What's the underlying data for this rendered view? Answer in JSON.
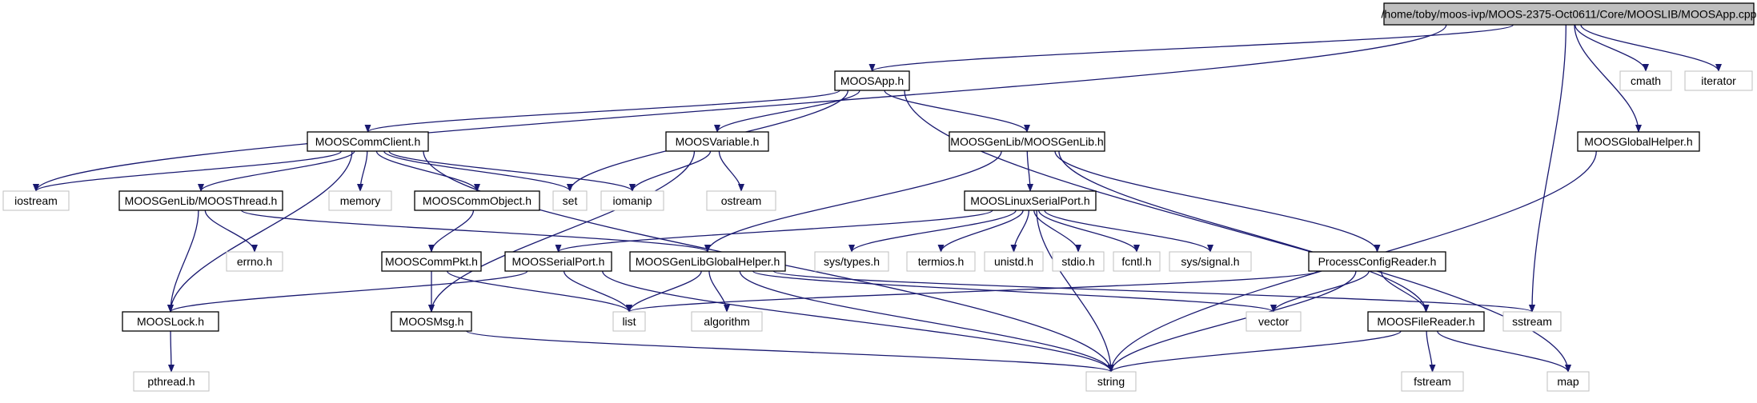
{
  "nodes": [
    {
      "id": "root",
      "label": "/home/toby/moos-ivp/MOOS-2375-Oct0611/Core/MOOSLIB/MOOSApp.cpp",
      "style": "root"
    },
    {
      "id": "moosapp_h",
      "label": "MOOSApp.h",
      "style": "normal"
    },
    {
      "id": "cmath",
      "label": "cmath",
      "style": "system"
    },
    {
      "id": "iterator",
      "label": "iterator",
      "style": "system"
    },
    {
      "id": "moosglobalhelper_h",
      "label": "MOOSGlobalHelper.h",
      "style": "normal"
    },
    {
      "id": "mooscommclient_h",
      "label": "MOOSCommClient.h",
      "style": "normal"
    },
    {
      "id": "moosvariable_h",
      "label": "MOOSVariable.h",
      "style": "normal"
    },
    {
      "id": "moosgenlib_h",
      "label": "MOOSGenLib/MOOSGenLib.h",
      "style": "normal"
    },
    {
      "id": "iostream",
      "label": "iostream",
      "style": "system"
    },
    {
      "id": "moosthread_h",
      "label": "MOOSGenLib/MOOSThread.h",
      "style": "normal"
    },
    {
      "id": "memory",
      "label": "memory",
      "style": "system"
    },
    {
      "id": "mooscommobject_h",
      "label": "MOOSCommObject.h",
      "style": "normal"
    },
    {
      "id": "set",
      "label": "set",
      "style": "system"
    },
    {
      "id": "iomanip",
      "label": "iomanip",
      "style": "system"
    },
    {
      "id": "ostream",
      "label": "ostream",
      "style": "system"
    },
    {
      "id": "mooslinuxserialport_h",
      "label": "MOOSLinuxSerialPort.h",
      "style": "normal"
    },
    {
      "id": "errno_h",
      "label": "errno.h",
      "style": "system"
    },
    {
      "id": "mooscommpkt_h",
      "label": "MOOSCommPkt.h",
      "style": "normal"
    },
    {
      "id": "moosserialport_h",
      "label": "MOOSSerialPort.h",
      "style": "normal"
    },
    {
      "id": "moosgenlibglobalhelper_h",
      "label": "MOOSGenLibGlobalHelper.h",
      "style": "normal"
    },
    {
      "id": "sys_types_h",
      "label": "sys/types.h",
      "style": "system"
    },
    {
      "id": "termios_h",
      "label": "termios.h",
      "style": "system"
    },
    {
      "id": "unistd_h",
      "label": "unistd.h",
      "style": "system"
    },
    {
      "id": "stdio_h",
      "label": "stdio.h",
      "style": "system"
    },
    {
      "id": "fcntl_h",
      "label": "fcntl.h",
      "style": "system"
    },
    {
      "id": "sys_signal_h",
      "label": "sys/signal.h",
      "style": "system"
    },
    {
      "id": "processconfigreader_h",
      "label": "ProcessConfigReader.h",
      "style": "normal"
    },
    {
      "id": "mooslock_h",
      "label": "MOOSLock.h",
      "style": "normal"
    },
    {
      "id": "moosmsg_h",
      "label": "MOOSMsg.h",
      "style": "normal"
    },
    {
      "id": "list",
      "label": "list",
      "style": "system"
    },
    {
      "id": "algorithm",
      "label": "algorithm",
      "style": "system"
    },
    {
      "id": "vector",
      "label": "vector",
      "style": "system"
    },
    {
      "id": "moosfilereader_h",
      "label": "MOOSFileReader.h",
      "style": "normal"
    },
    {
      "id": "sstream",
      "label": "sstream",
      "style": "system"
    },
    {
      "id": "pthread_h",
      "label": "pthread.h",
      "style": "system"
    },
    {
      "id": "string",
      "label": "string",
      "style": "system"
    },
    {
      "id": "fstream",
      "label": "fstream",
      "style": "system"
    },
    {
      "id": "map",
      "label": "map",
      "style": "system"
    }
  ],
  "edges": [
    {
      "from": "root",
      "to": "moosapp_h"
    },
    {
      "from": "root",
      "to": "cmath"
    },
    {
      "from": "root",
      "to": "iterator"
    },
    {
      "from": "root",
      "to": "moosglobalhelper_h"
    },
    {
      "from": "root",
      "to": "iostream"
    },
    {
      "from": "root",
      "to": "sstream"
    },
    {
      "from": "moosapp_h",
      "to": "mooscommclient_h"
    },
    {
      "from": "moosapp_h",
      "to": "moosvariable_h"
    },
    {
      "from": "moosapp_h",
      "to": "moosgenlib_h"
    },
    {
      "from": "moosapp_h",
      "to": "set"
    },
    {
      "from": "moosapp_h",
      "to": "map"
    },
    {
      "from": "mooscommclient_h",
      "to": "iostream"
    },
    {
      "from": "mooscommclient_h",
      "to": "moosthread_h"
    },
    {
      "from": "mooscommclient_h",
      "to": "memory"
    },
    {
      "from": "mooscommclient_h",
      "to": "mooscommobject_h"
    },
    {
      "from": "mooscommclient_h",
      "to": "set"
    },
    {
      "from": "mooscommclient_h",
      "to": "iomanip"
    },
    {
      "from": "mooscommclient_h",
      "to": "mooslock_h"
    },
    {
      "from": "mooscommclient_h",
      "to": "string"
    },
    {
      "from": "moosvariable_h",
      "to": "iomanip"
    },
    {
      "from": "moosvariable_h",
      "to": "ostream"
    },
    {
      "from": "moosvariable_h",
      "to": "moosmsg_h"
    },
    {
      "from": "moosgenlib_h",
      "to": "mooslinuxserialport_h"
    },
    {
      "from": "moosgenlib_h",
      "to": "moosgenlibglobalhelper_h"
    },
    {
      "from": "moosgenlib_h",
      "to": "processconfigreader_h"
    },
    {
      "from": "moosgenlib_h",
      "to": "moosfilereader_h"
    },
    {
      "from": "moosthread_h",
      "to": "errno_h"
    },
    {
      "from": "moosthread_h",
      "to": "mooslock_h"
    },
    {
      "from": "moosthread_h",
      "to": "moosgenlibglobalhelper_h"
    },
    {
      "from": "mooscommobject_h",
      "to": "mooscommpkt_h"
    },
    {
      "from": "mooscommpkt_h",
      "to": "moosmsg_h"
    },
    {
      "from": "mooscommpkt_h",
      "to": "list"
    },
    {
      "from": "mooslinuxserialport_h",
      "to": "moosserialport_h"
    },
    {
      "from": "mooslinuxserialport_h",
      "to": "sys_types_h"
    },
    {
      "from": "mooslinuxserialport_h",
      "to": "termios_h"
    },
    {
      "from": "mooslinuxserialport_h",
      "to": "unistd_h"
    },
    {
      "from": "mooslinuxserialport_h",
      "to": "stdio_h"
    },
    {
      "from": "mooslinuxserialport_h",
      "to": "fcntl_h"
    },
    {
      "from": "mooslinuxserialport_h",
      "to": "sys_signal_h"
    },
    {
      "from": "mooslinuxserialport_h",
      "to": "string"
    },
    {
      "from": "moosserialport_h",
      "to": "mooslock_h"
    },
    {
      "from": "moosserialport_h",
      "to": "list"
    },
    {
      "from": "moosserialport_h",
      "to": "string"
    },
    {
      "from": "moosgenlibglobalhelper_h",
      "to": "list"
    },
    {
      "from": "moosgenlibglobalhelper_h",
      "to": "algorithm"
    },
    {
      "from": "moosgenlibglobalhelper_h",
      "to": "vector"
    },
    {
      "from": "moosgenlibglobalhelper_h",
      "to": "sstream"
    },
    {
      "from": "moosgenlibglobalhelper_h",
      "to": "string"
    },
    {
      "from": "processconfigreader_h",
      "to": "list"
    },
    {
      "from": "processconfigreader_h",
      "to": "vector"
    },
    {
      "from": "processconfigreader_h",
      "to": "moosfilereader_h"
    },
    {
      "from": "processconfigreader_h",
      "to": "string"
    },
    {
      "from": "moosfilereader_h",
      "to": "string"
    },
    {
      "from": "moosfilereader_h",
      "to": "fstream"
    },
    {
      "from": "moosfilereader_h",
      "to": "map"
    },
    {
      "from": "mooslock_h",
      "to": "pthread_h"
    },
    {
      "from": "moosmsg_h",
      "to": "string"
    },
    {
      "from": "moosglobalhelper_h",
      "to": "string"
    }
  ],
  "colors": {
    "edge": "#191970",
    "root_fill": "#bfbfbf",
    "normal_border": "#000000",
    "system_border": "#bfbfbf",
    "node_fill": "#ffffff",
    "text": "#000000"
  }
}
